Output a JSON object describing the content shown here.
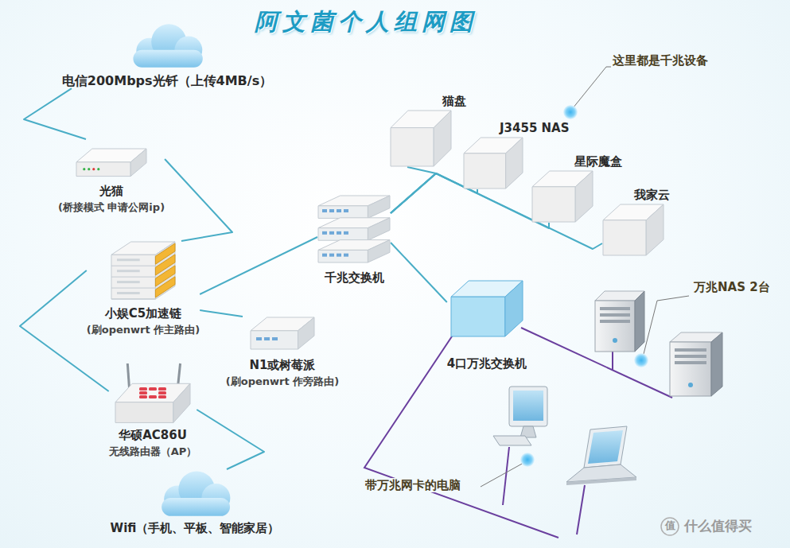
{
  "diagram": {
    "title": "阿文菌个人组网图",
    "nodes": [
      {
        "text": [
          "电信200Mbps光钎（上传4MB/s）"
        ]
      },
      {
        "text": [
          "光猫",
          "(桥接模式 申请公网ip)"
        ]
      },
      {
        "text": [
          "小娱C5加速链",
          "(刷openwrt 作主路由)"
        ]
      },
      {
        "text": [
          "华硕AC86U",
          "无线路由器（AP）"
        ]
      },
      {
        "text": [
          "Wifi（手机、平板、智能家居）"
        ]
      },
      {
        "text": [
          "N1或树莓派",
          "(刷openwrt 作旁路由)"
        ]
      },
      {
        "text": [
          "千兆交换机"
        ]
      },
      {
        "text": [
          "猫盘"
        ]
      },
      {
        "text": [
          "J3455 NAS"
        ]
      },
      {
        "text": [
          "星际魔盒"
        ]
      },
      {
        "text": [
          "我家云"
        ]
      },
      {
        "text": [
          "4口万兆交换机"
        ]
      }
    ],
    "edges": [
      {
        "from": 0,
        "to": 1,
        "arrow": "none"
      },
      {
        "from": 1,
        "to": 2,
        "arrow": "none"
      },
      {
        "from": 2,
        "to": 3,
        "arrow": "none"
      },
      {
        "from": 3,
        "to": 4,
        "arrow": "none"
      },
      {
        "from": 2,
        "to": 6,
        "arrow": "none"
      },
      {
        "from": 2,
        "to": 5,
        "arrow": "none"
      },
      {
        "from": 6,
        "to": 7,
        "arrow": "none"
      },
      {
        "from": 6,
        "to": 8,
        "arrow": "none"
      },
      {
        "from": 6,
        "to": 9,
        "arrow": "none"
      },
      {
        "from": 6,
        "to": 10,
        "arrow": "none"
      },
      {
        "from": 6,
        "to": 11,
        "arrow": "none"
      }
    ],
    "labels": [
      "这里都是千兆设备",
      "万兆NAS 2台",
      "带万兆网卡的电脑",
      "值",
      "什么值得买"
    ]
  }
}
